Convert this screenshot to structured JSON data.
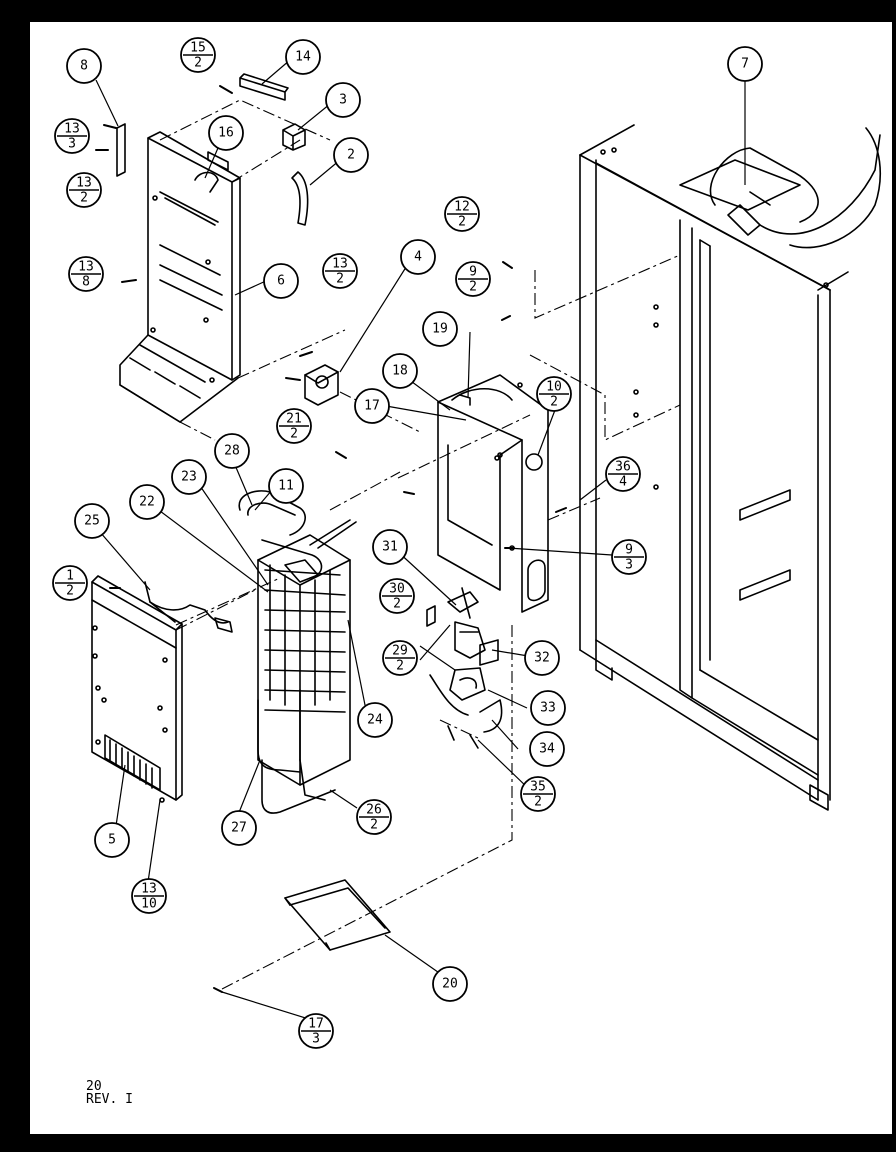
{
  "footer": {
    "page": "20",
    "revision": "REV. I"
  },
  "callouts": [
    {
      "id": "c8",
      "top": "8"
    },
    {
      "id": "c15_2",
      "top": "15",
      "bottom": "2"
    },
    {
      "id": "c14",
      "top": "14"
    },
    {
      "id": "c3",
      "top": "3"
    },
    {
      "id": "c13_3",
      "top": "13",
      "bottom": "3"
    },
    {
      "id": "c16",
      "top": "16"
    },
    {
      "id": "c2",
      "top": "2"
    },
    {
      "id": "c13_2a",
      "top": "13",
      "bottom": "2"
    },
    {
      "id": "c13_8",
      "top": "13",
      "bottom": "8"
    },
    {
      "id": "c6",
      "top": "6"
    },
    {
      "id": "c13_2b",
      "top": "13",
      "bottom": "2"
    },
    {
      "id": "c4",
      "top": "4"
    },
    {
      "id": "c21_2",
      "top": "21",
      "bottom": "2"
    },
    {
      "id": "c7",
      "top": "7"
    },
    {
      "id": "c12_2",
      "top": "12",
      "bottom": "2"
    },
    {
      "id": "c9_2",
      "top": "9",
      "bottom": "2"
    },
    {
      "id": "c19",
      "top": "19"
    },
    {
      "id": "c18",
      "top": "18"
    },
    {
      "id": "c17",
      "top": "17"
    },
    {
      "id": "c10_2",
      "top": "10",
      "bottom": "2"
    },
    {
      "id": "c36_4",
      "top": "36",
      "bottom": "4"
    },
    {
      "id": "c28",
      "top": "28"
    },
    {
      "id": "c23",
      "top": "23"
    },
    {
      "id": "c11",
      "top": "11"
    },
    {
      "id": "c22",
      "top": "22"
    },
    {
      "id": "c25",
      "top": "25"
    },
    {
      "id": "c31",
      "top": "31"
    },
    {
      "id": "c9_3",
      "top": "9",
      "bottom": "3"
    },
    {
      "id": "c1_2",
      "top": "1",
      "bottom": "2"
    },
    {
      "id": "c30_2",
      "top": "30",
      "bottom": "2"
    },
    {
      "id": "c32",
      "top": "32"
    },
    {
      "id": "c29_2",
      "top": "29",
      "bottom": "2"
    },
    {
      "id": "c33",
      "top": "33"
    },
    {
      "id": "c24",
      "top": "24"
    },
    {
      "id": "c34",
      "top": "34"
    },
    {
      "id": "c35_2",
      "top": "35",
      "bottom": "2"
    },
    {
      "id": "c26_2",
      "top": "26",
      "bottom": "2"
    },
    {
      "id": "c27",
      "top": "27"
    },
    {
      "id": "c5",
      "top": "5"
    },
    {
      "id": "c13_10",
      "top": "13",
      "bottom": "10"
    },
    {
      "id": "c20",
      "top": "20"
    },
    {
      "id": "c17_3",
      "top": "17",
      "bottom": "3"
    }
  ]
}
